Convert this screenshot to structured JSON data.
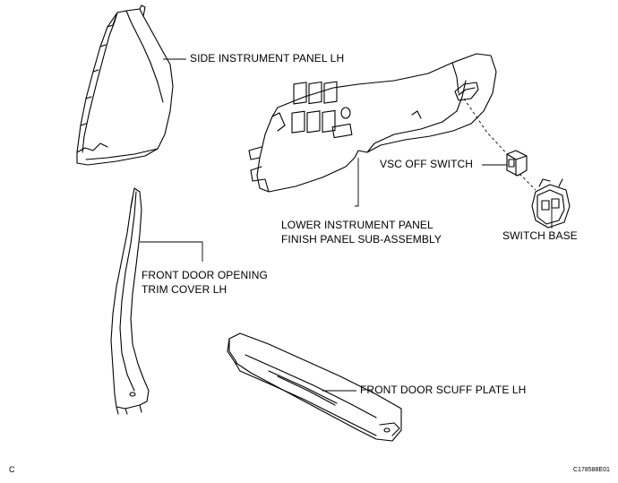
{
  "labels": {
    "side_instrument_panel": "SIDE INSTRUMENT PANEL LH",
    "vsc_off_switch": "VSC OFF SWITCH",
    "lower_panel_line1": "LOWER INSTRUMENT PANEL",
    "lower_panel_line2": "FINISH PANEL SUB-ASSEMBLY",
    "switch_base": "SWITCH BASE",
    "door_trim_line1": "FRONT DOOR OPENING",
    "door_trim_line2": "TRIM COVER LH",
    "scuff_plate": "FRONT DOOR SCUFF PLATE LH"
  },
  "corner_code": "C",
  "figure_id": "C178588E01"
}
